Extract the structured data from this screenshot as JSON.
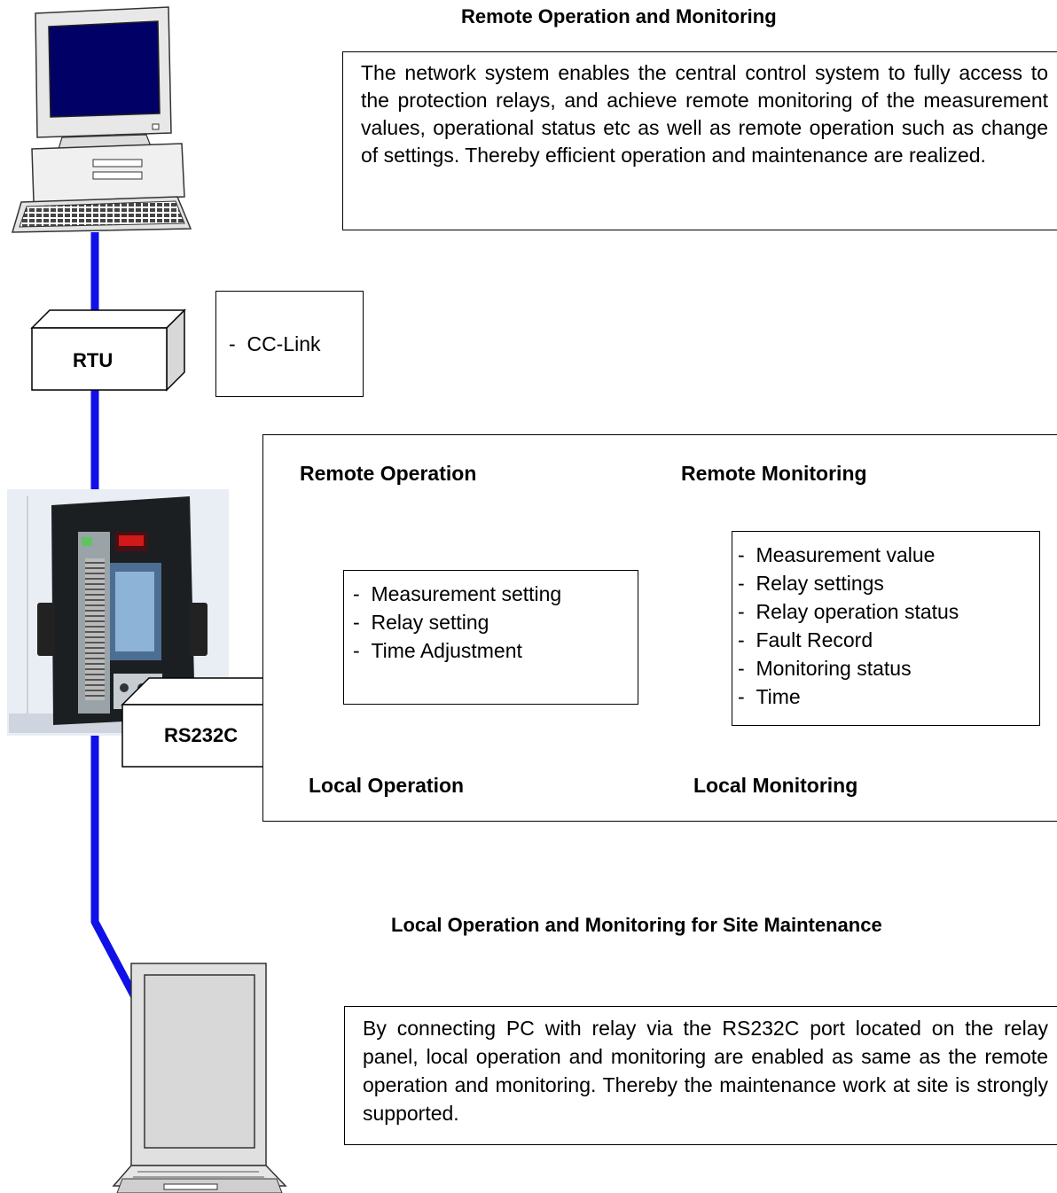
{
  "remote": {
    "heading": "Remote Operation and Monitoring",
    "text": "The network system enables the central control system to fully access to the protection relays, and achieve remote monitoring of the measurement values, operational status etc as well as remote operation such as change of settings. Thereby efficient operation and maintenance are realized."
  },
  "rtu": {
    "label": "RTU",
    "protocol": "CC-Link"
  },
  "functions": {
    "remote_operation": "Remote Operation",
    "local_operation": "Local Operation",
    "remote_monitoring": "Remote Monitoring",
    "local_monitoring": "Local Monitoring",
    "operation_items": [
      "Measurement setting",
      "Relay setting",
      "Time Adjustment"
    ],
    "monitoring_items": [
      "Measurement value",
      "Relay settings",
      "Relay operation status",
      "Fault Record",
      "Monitoring status",
      "Time"
    ]
  },
  "rs232c": {
    "label": "RS232C"
  },
  "local": {
    "heading": "Local Operation and Monitoring for Site Maintenance",
    "text": "By connecting PC with relay via the RS232C port located on the relay panel, local operation and monitoring are enabled as same as the remote operation and monitoring. Thereby the maintenance work at site is strongly supported."
  },
  "colors": {
    "link": "#1010e8",
    "box_side": "#d8d8d8",
    "relay_body": "#1c1f22"
  }
}
